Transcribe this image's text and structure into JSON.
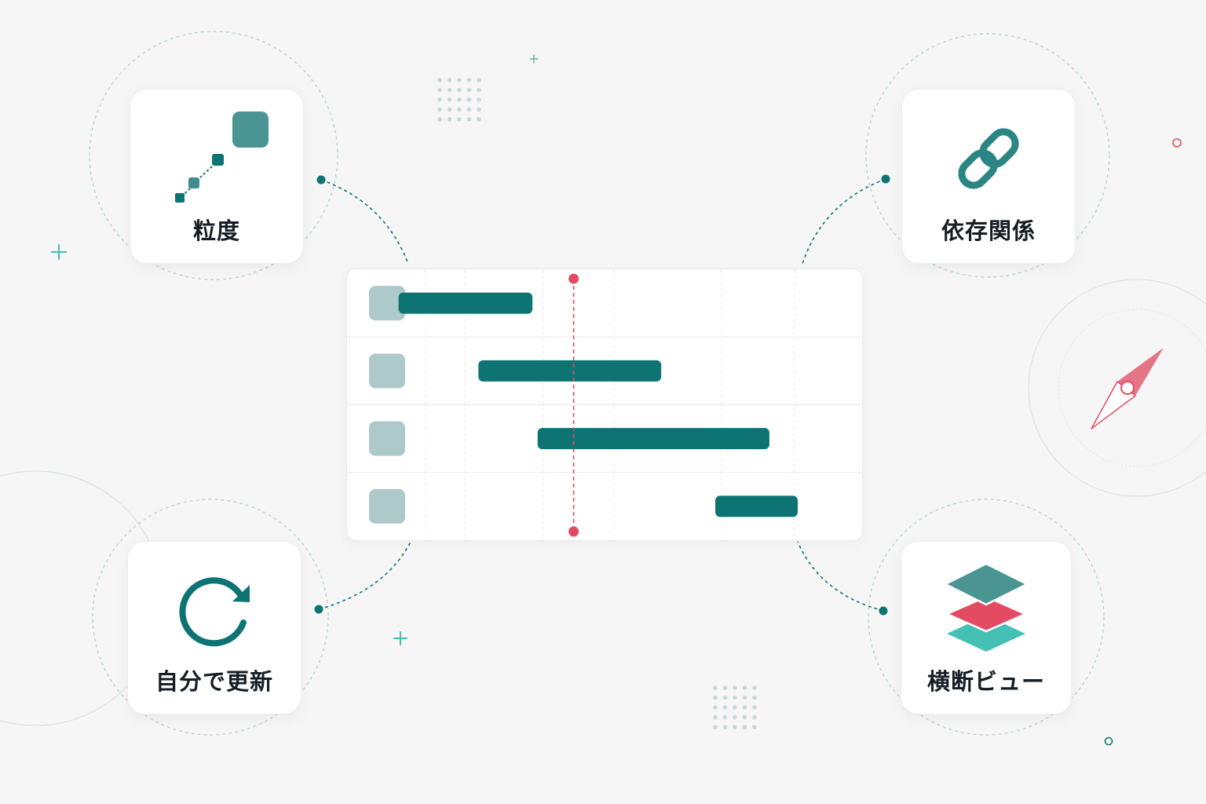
{
  "colors": {
    "background": "#f6f6f6",
    "teal_dark": "#0d7373",
    "teal_medium": "#4a9494",
    "teal_light": "#45c0b4",
    "row_marker": "#adc9c9",
    "accent_red": "#e34b62",
    "text": "#161d24"
  },
  "features": [
    {
      "id": "granularity",
      "label": "粒度",
      "icon": "granularity-steps-icon"
    },
    {
      "id": "dependencies",
      "label": "依存関係",
      "icon": "chain-link-icon"
    },
    {
      "id": "self-update",
      "label": "自分で更新",
      "icon": "refresh-arrow-icon"
    },
    {
      "id": "cross-view",
      "label": "横断ビュー",
      "icon": "stacked-layers-icon"
    }
  ],
  "gantt": {
    "rows": 4,
    "bars": [
      {
        "row": 1,
        "start": 0.1,
        "end": 0.36
      },
      {
        "row": 2,
        "start": 0.255,
        "end": 0.61
      },
      {
        "row": 3,
        "start": 0.37,
        "end": 0.82
      },
      {
        "row": 4,
        "start": 0.715,
        "end": 0.875
      }
    ],
    "today_marker": 0.44
  },
  "decor": {
    "compass_icon": "compass-needle-icon"
  }
}
